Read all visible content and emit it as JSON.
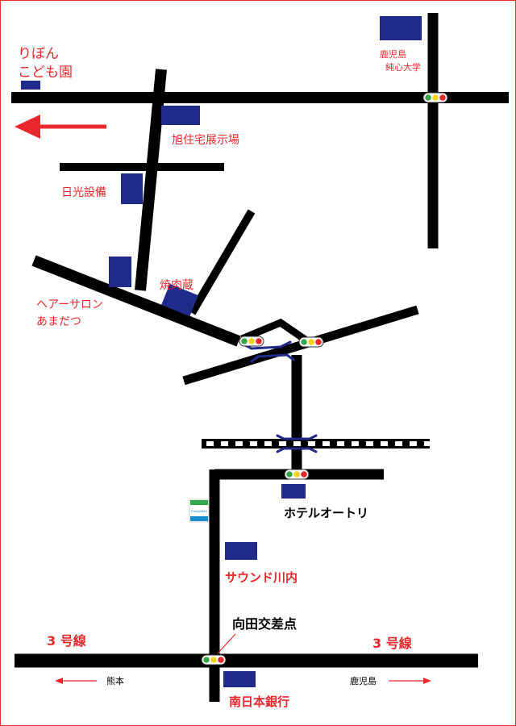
{
  "labels": {
    "ribon_line1": "りぼん",
    "ribon_line2": "こども園",
    "kagoshima_univ_line1": "鹿児島",
    "kagoshima_univ_line2": "純心大学",
    "asahi_housing": "旭住宅展示場",
    "nikko_setsubi": "日光設備",
    "yakinikugura": "焼肉蔵",
    "hair_salon_line1": "ヘアーサロン",
    "hair_salon_line2": "あまだつ",
    "hotel": "ホテルオートリ",
    "sound_sendai": "サウンド川内",
    "mukaida_intersection": "向田交差点",
    "route3_left": "3 号線",
    "route3_right": "3 号線",
    "dir_kumamoto": "熊本",
    "dir_kagoshima": "鹿児島",
    "minami_nihon_bank": "南日本銀行",
    "familymart": "FamilyMart"
  },
  "colors": {
    "road": "#000000",
    "building": "#1f2a8a",
    "label_red": "#e8282d",
    "arrow_red": "#e8282d",
    "page_border": "#e8282d",
    "signal_red": "#e8282d",
    "signal_yellow": "#f4d21c",
    "signal_green": "#3aa24a",
    "bridge": "#1f2a8a",
    "fm_green": "#2ea84a",
    "fm_blue": "#1a8fd0"
  },
  "icons": {
    "traffic_signal": "traffic-light-icon",
    "bridge": "bridge-icon",
    "store": "familymart-icon",
    "arrow": "direction-arrow-icon"
  }
}
